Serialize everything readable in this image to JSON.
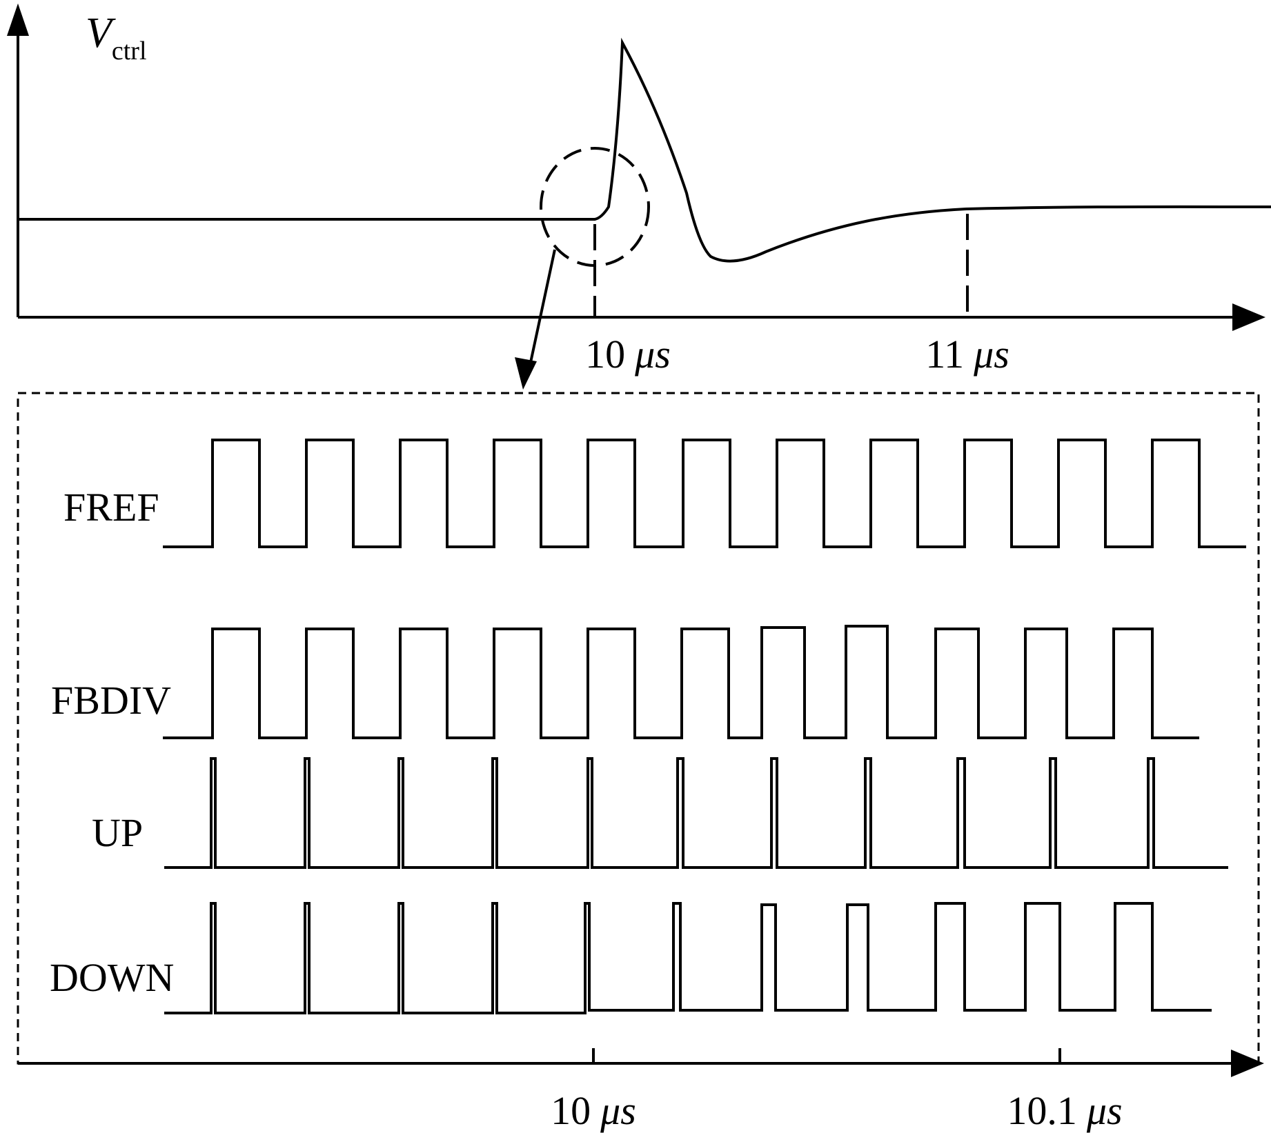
{
  "vctrl_label": {
    "main": "V",
    "sub": "ctrl"
  },
  "top_ticks": [
    {
      "num": "10",
      "unit": "μs"
    },
    {
      "num": "11",
      "unit": "μs"
    }
  ],
  "bottom_ticks": [
    {
      "num": "10",
      "unit": "μs"
    },
    {
      "num": "10.1",
      "unit": "μs"
    }
  ],
  "signals": {
    "fref": "FREF",
    "fbdiv": "FBDIV",
    "up": "UP",
    "down": "DOWN"
  }
}
